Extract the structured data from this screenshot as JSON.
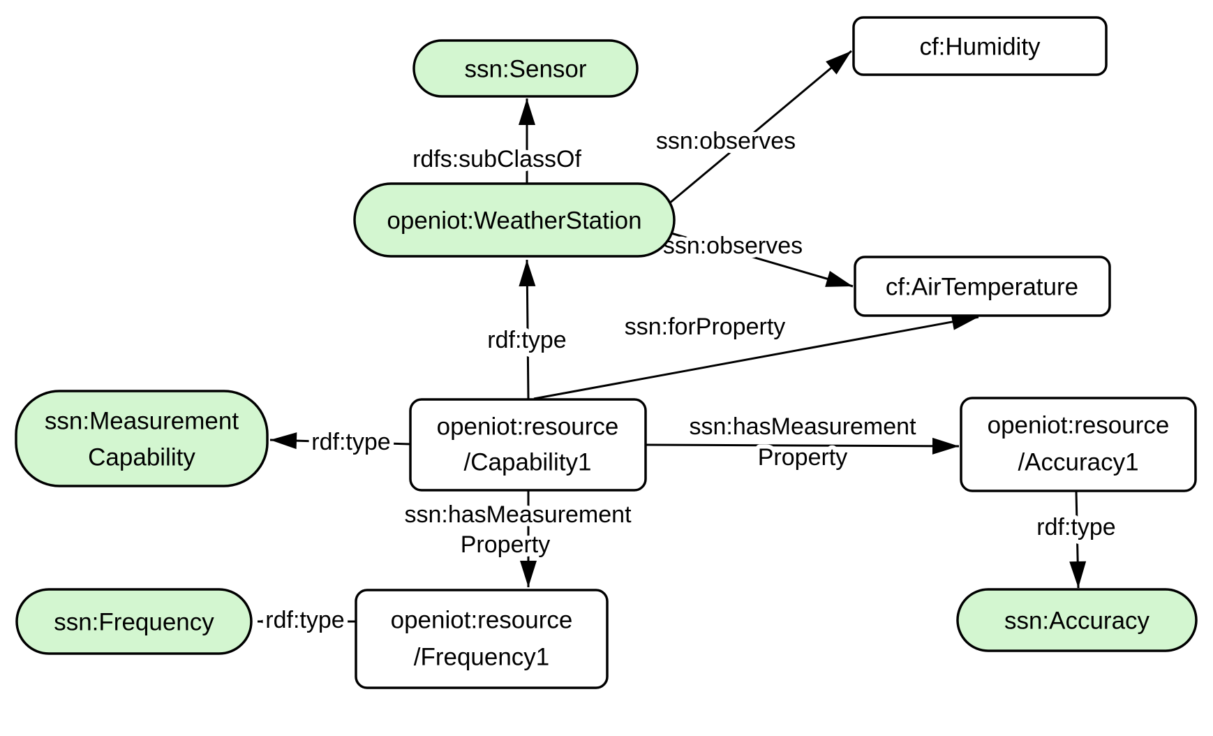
{
  "diagram": {
    "colors": {
      "class_fill": "#d3f6d0",
      "instance_fill": "#ffffff",
      "stroke": "#000000",
      "background": "#ffffff"
    },
    "nodes": {
      "sensor": {
        "label": "ssn:Sensor"
      },
      "weather_station": {
        "label": "openiot:WeatherStation"
      },
      "humidity": {
        "label": "cf:Humidity"
      },
      "air_temperature": {
        "label": "cf:AirTemperature"
      },
      "capability1": {
        "line1": "openiot:resource",
        "line2": "/Capability1"
      },
      "measurement_capability": {
        "line1": "ssn:Measurement",
        "line2": "Capability"
      },
      "accuracy1": {
        "line1": "openiot:resource",
        "line2": "/Accuracy1"
      },
      "accuracy": {
        "label": "ssn:Accuracy"
      },
      "frequency1": {
        "line1": "openiot:resource",
        "line2": "/Frequency1"
      },
      "frequency": {
        "label": "ssn:Frequency"
      }
    },
    "edges": {
      "subclassof": {
        "label": "rdfs:subClassOf"
      },
      "type_weatherstation": {
        "label": "rdf:type"
      },
      "observes_humidity": {
        "label": "ssn:observes"
      },
      "observes_airtemperature": {
        "label": "ssn:observes"
      },
      "forproperty": {
        "label": "ssn:forProperty"
      },
      "type_measurementcapability": {
        "label": "rdf:type"
      },
      "hasmeasurement_accuracy": {
        "line1": "ssn:hasMeasurement",
        "line2": "Property"
      },
      "type_accuracy": {
        "label": "rdf:type"
      },
      "hasmeasurement_frequency": {
        "line1": "ssn:hasMeasurement",
        "line2": "Property"
      },
      "type_frequency": {
        "label": "rdf:type"
      }
    }
  }
}
